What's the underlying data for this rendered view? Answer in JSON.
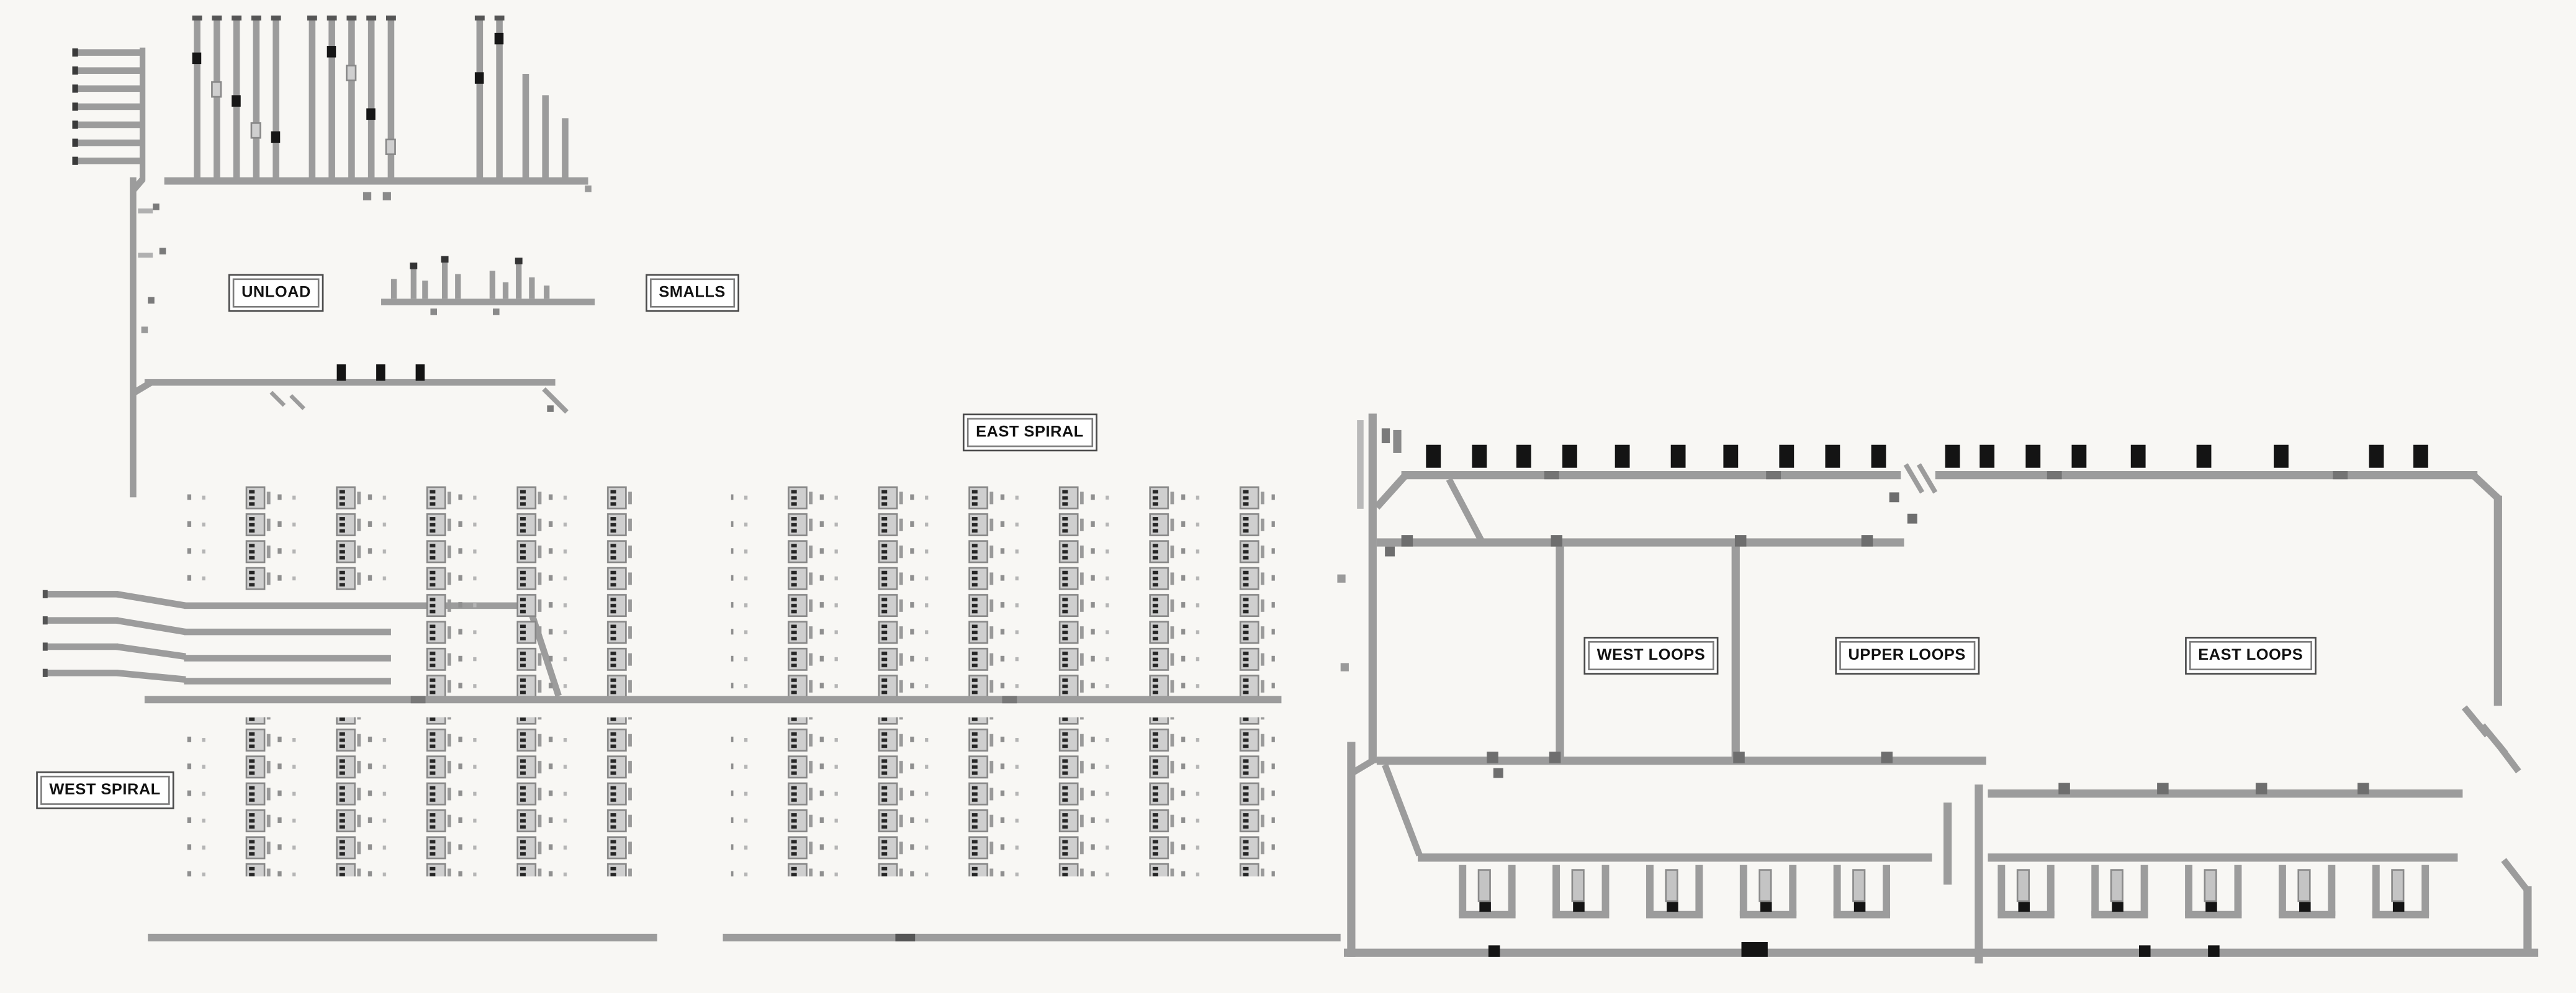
{
  "diagram": {
    "background_color": "#f8f7f4",
    "track_color": "#9c9c9c",
    "train_color": "#141414",
    "label_border_color": "#4a4a4a"
  },
  "labels": [
    {
      "id": "unload",
      "text": "UNLOAD"
    },
    {
      "id": "smalls",
      "text": "SMALLS"
    },
    {
      "id": "east-spiral",
      "text": "EAST SPIRAL"
    },
    {
      "id": "west-spiral",
      "text": "WEST SPIRAL"
    },
    {
      "id": "west-loops",
      "text": "WEST LOOPS"
    },
    {
      "id": "upper-loops",
      "text": "UPPER LOOPS"
    },
    {
      "id": "east-loops",
      "text": "EAST LOOPS"
    }
  ]
}
